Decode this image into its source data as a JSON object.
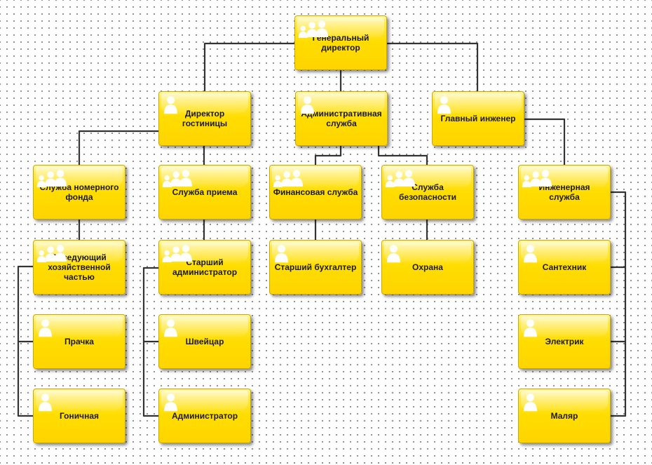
{
  "diagram": {
    "type": "organizational-chart",
    "colors": {
      "node_fill": "#ffdd00",
      "node_border": "#c9a800",
      "connector": "#333333",
      "icon": "#ffffff"
    },
    "nodes": [
      {
        "id": "ceo",
        "label": "Генеральный\nдиректор",
        "icon": "group-icon"
      },
      {
        "id": "hotel_director",
        "label": "Директор\nгостиницы",
        "icon": "person-icon"
      },
      {
        "id": "admin_service",
        "label": "Административная\nслужба",
        "icon": "person-icon"
      },
      {
        "id": "chief_engineer",
        "label": "Главный инженер",
        "icon": "person-icon"
      },
      {
        "id": "room_fund",
        "label": "Служба номерного\nфонда",
        "icon": "group-icon"
      },
      {
        "id": "housekeeping_head",
        "label": "Заведующий\nхозяйственной\nчастью",
        "icon": "group-icon"
      },
      {
        "id": "laundress",
        "label": "Прачка",
        "icon": "person-icon"
      },
      {
        "id": "maid",
        "label": "Гоничная",
        "icon": "person-icon"
      },
      {
        "id": "reception",
        "label": "Служба приема",
        "icon": "group-icon"
      },
      {
        "id": "senior_admin",
        "label": "Старший\nадминистратор",
        "icon": "group-icon"
      },
      {
        "id": "doorman",
        "label": "Швейцар",
        "icon": "person-icon"
      },
      {
        "id": "administrator",
        "label": "Администратор",
        "icon": "person-icon"
      },
      {
        "id": "finance",
        "label": "Финансовая служба",
        "icon": "group-icon"
      },
      {
        "id": "senior_accountant",
        "label": "Старший бухгалтер",
        "icon": "person-icon"
      },
      {
        "id": "security",
        "label": "Служба\nбезопасности",
        "icon": "group-icon"
      },
      {
        "id": "guard",
        "label": "Охрана",
        "icon": "person-icon"
      },
      {
        "id": "engineering",
        "label": "Инженерная\nслужба",
        "icon": "group-icon"
      },
      {
        "id": "plumber",
        "label": "Сантехник",
        "icon": "person-icon"
      },
      {
        "id": "electrician",
        "label": "Электрик",
        "icon": "person-icon"
      },
      {
        "id": "painter",
        "label": "Маляр",
        "icon": "person-icon"
      }
    ],
    "edges": [
      {
        "from": "ceo",
        "to": "hotel_director"
      },
      {
        "from": "ceo",
        "to": "admin_service"
      },
      {
        "from": "ceo",
        "to": "chief_engineer"
      },
      {
        "from": "hotel_director",
        "to": "room_fund"
      },
      {
        "from": "hotel_director",
        "to": "reception"
      },
      {
        "from": "room_fund",
        "to": "housekeeping_head"
      },
      {
        "from": "housekeeping_head",
        "to": "laundress"
      },
      {
        "from": "housekeeping_head",
        "to": "maid"
      },
      {
        "from": "reception",
        "to": "senior_admin"
      },
      {
        "from": "senior_admin",
        "to": "doorman"
      },
      {
        "from": "senior_admin",
        "to": "administrator"
      },
      {
        "from": "admin_service",
        "to": "finance"
      },
      {
        "from": "admin_service",
        "to": "security"
      },
      {
        "from": "finance",
        "to": "senior_accountant"
      },
      {
        "from": "security",
        "to": "guard"
      },
      {
        "from": "chief_engineer",
        "to": "engineering"
      },
      {
        "from": "engineering",
        "to": "plumber"
      },
      {
        "from": "engineering",
        "to": "electrician"
      },
      {
        "from": "engineering",
        "to": "painter"
      }
    ]
  }
}
